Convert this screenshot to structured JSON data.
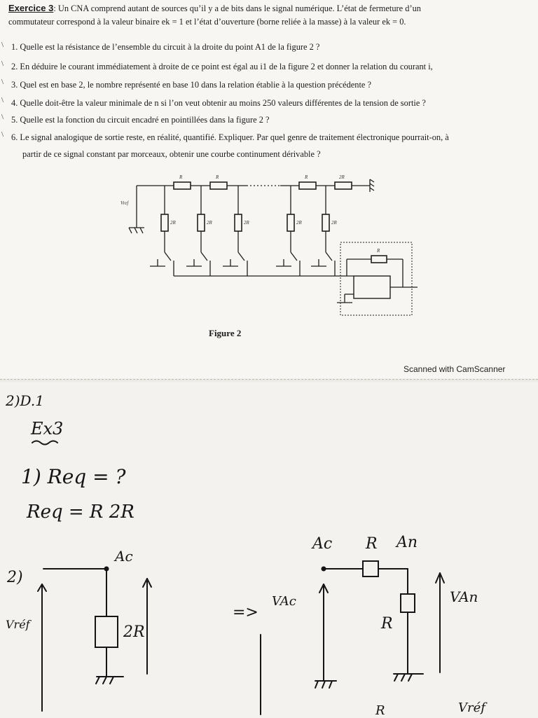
{
  "exercise": {
    "label": "Exercice 3",
    "intro_1": ": Un CNA comprend autant de sources qu’il y a de bits dans le signal numérique. L’état de fermeture d’un",
    "intro_2": "commutateur correspond à la valeur binaire ek = 1 et l’état d’ouverture (borne reliée à la masse) à la valeur ek = 0.",
    "questions": [
      "1. Quelle est la résistance de l’ensemble du circuit à la droite du point A1 de la figure 2 ?",
      "2. En déduire le courant immédiatement à droite de ce point est égal au i1 de la figure 2 et  donner la relation du courant  i,",
      "3. Quel est en base 2, le nombre représenté en base 10 dans la relation établie à la question précédente ?",
      "4. Quelle doit-être la valeur minimale de n si l’on veut obtenir au moins 250 valeurs différentes de la tension de sortie ?",
      "5. Quelle est la fonction du circuit encadré en pointillées dans la figure 2 ?",
      "6. Le signal analogique de sortie reste, en réalité, quantifié. Expliquer. Par quel genre de traitement électronique pourrait-on, à"
    ],
    "question_6_cont": "partir de ce signal constant par morceaux, obtenir une courbe continument dérivable ?"
  },
  "figure": {
    "caption": "Figure 2",
    "vref_label": "Vref",
    "series_labels": [
      "R",
      "R",
      "R",
      "2R"
    ],
    "shunt_labels": [
      "2R",
      "2R",
      "2R",
      "2R",
      "2R"
    ],
    "feedback_label": "R"
  },
  "scanner_watermark": "Scanned with CamScanner",
  "notes": {
    "header": "2)D.1",
    "exercise": "Ex3",
    "q1": "1) Req = ?",
    "req_prefix": "Req =",
    "req_value": "R 2R",
    "q2": "2)",
    "left_node": "Ac",
    "left_vref": "Vréf",
    "left_resistor": "2R",
    "arrow": "=>",
    "vac": "VAc",
    "right_node_left": "Ac",
    "right_series": "R",
    "right_node_right": "An",
    "right_shunt": "R",
    "van": "VAn",
    "bottom_r": "R",
    "bottom_vref": "Vréf"
  }
}
